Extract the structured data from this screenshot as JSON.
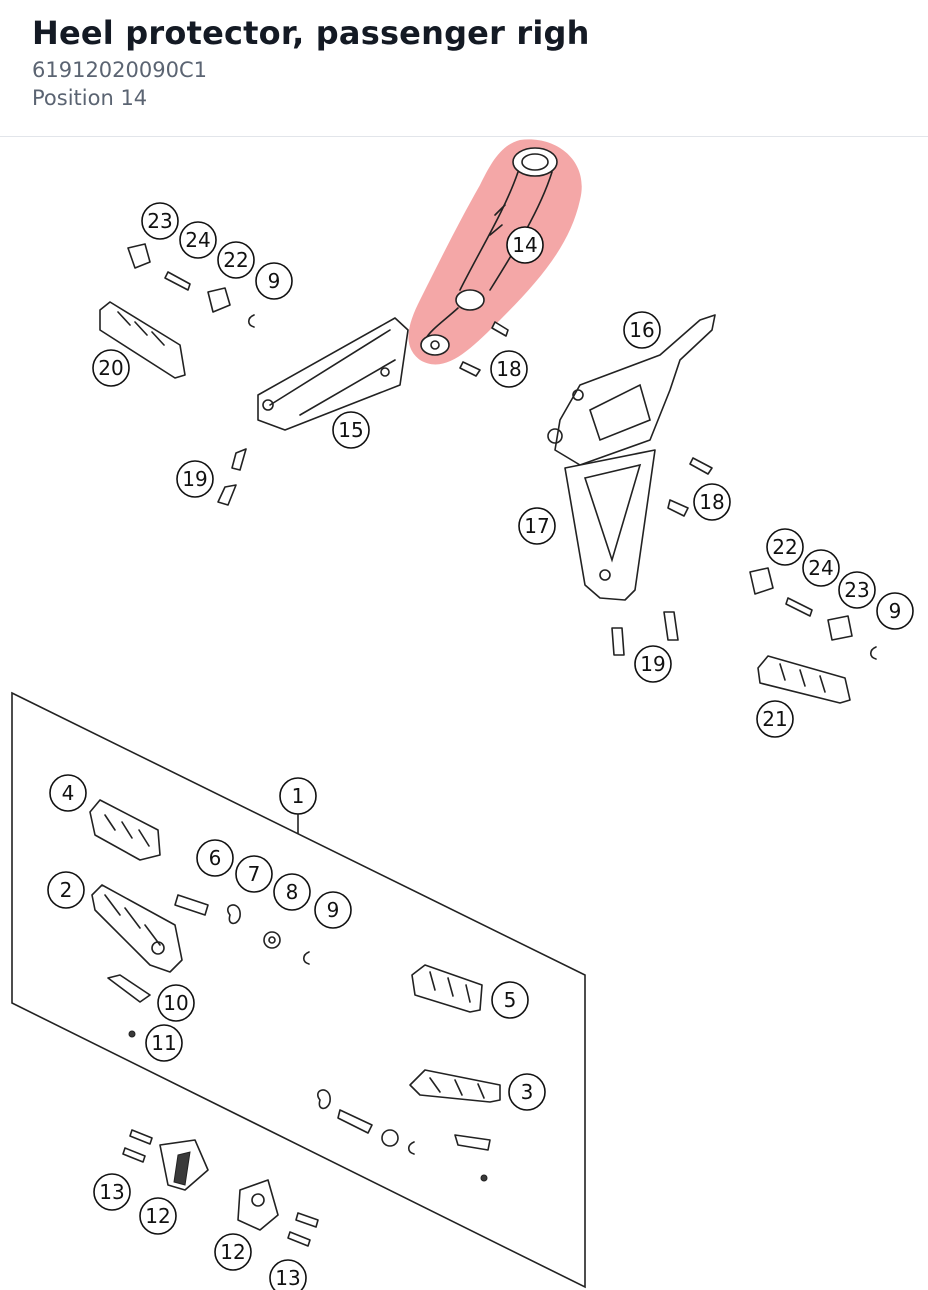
{
  "header": {
    "title": "Heel protector, passenger righ",
    "part_number": "61912020090C1",
    "position": "Position 14"
  },
  "diagram": {
    "highlight_color": "#f08a8a",
    "highlighted_callout": "14",
    "callouts": {
      "c23a": "23",
      "c24a": "24",
      "c22a": "22",
      "c9a": "9",
      "c20": "20",
      "c14": "14",
      "c18a": "18",
      "c15": "15",
      "c19a": "19",
      "c16": "16",
      "c18b": "18",
      "c17": "17",
      "c22b": "22",
      "c24b": "24",
      "c23b": "23",
      "c9b": "9",
      "c19b": "19",
      "c21": "21",
      "c1": "1",
      "c4": "4",
      "c6": "6",
      "c7": "7",
      "c8": "8",
      "c9c": "9",
      "c2": "2",
      "c10": "10",
      "c5": "5",
      "c11": "11",
      "c3": "3",
      "c13a": "13",
      "c12a": "12",
      "c12b": "12",
      "c13b": "13"
    }
  }
}
